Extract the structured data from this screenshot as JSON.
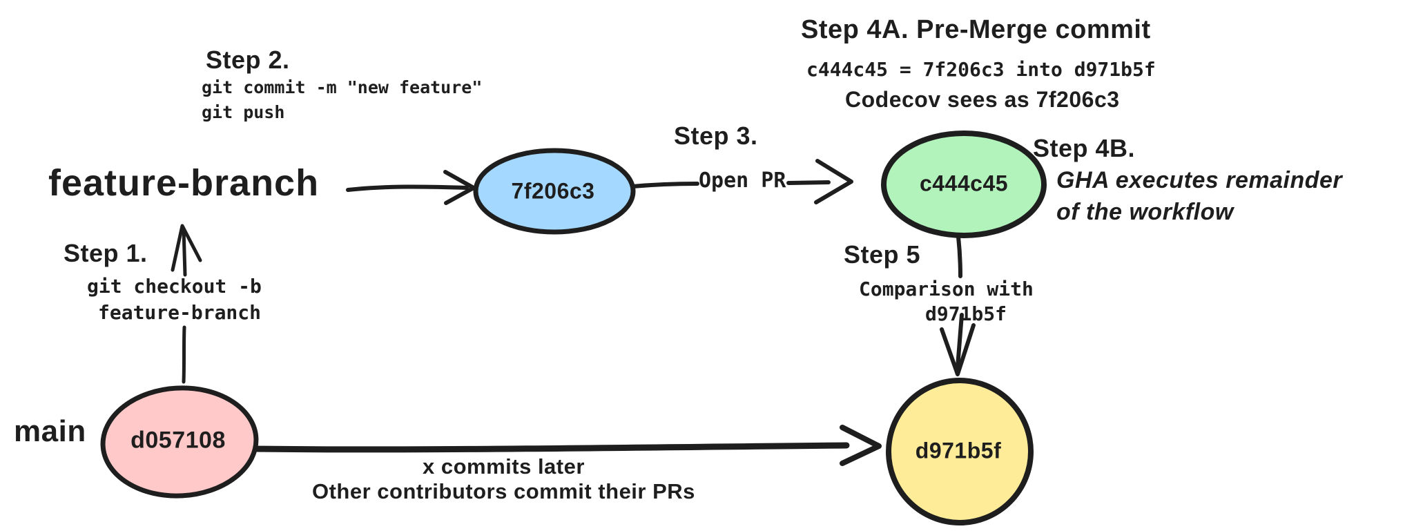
{
  "palette": {
    "stroke": "#1e1e1e",
    "blue_fill": "#a5d8ff",
    "green_fill": "#b2f2bb",
    "pink_fill": "#ffc9c9",
    "yellow_fill": "#ffec99",
    "background": "#ffffff"
  },
  "branches": {
    "feature_branch_label": "feature-branch",
    "main_label": "main"
  },
  "nodes": {
    "feature_commit": {
      "id": "7f206c3",
      "color": "#a5d8ff"
    },
    "premerge_commit": {
      "id": "c444c45",
      "color": "#b2f2bb"
    },
    "main_commit": {
      "id": "d057108",
      "color": "#ffc9c9"
    },
    "main_head_commit": {
      "id": "d971b5f",
      "color": "#ffec99"
    }
  },
  "steps": {
    "step1": {
      "title": "Step 1.",
      "lines": [
        "git checkout -b",
        "feature-branch"
      ]
    },
    "step2": {
      "title": "Step 2.",
      "lines": [
        "git commit -m \"new feature\"",
        "git push"
      ]
    },
    "step3": {
      "title": "Step 3.",
      "label": "Open PR"
    },
    "step4a": {
      "title": "Step 4A. Pre-Merge commit",
      "line1": "c444c45 = 7f206c3 into d971b5f",
      "line2": "Codecov sees as 7f206c3"
    },
    "step4b": {
      "title": "Step 4B.",
      "line1": "GHA executes remainder",
      "line2": "of the workflow"
    },
    "step5": {
      "title": "Step 5",
      "line1": "Comparison with",
      "line2": "d971b5f"
    }
  },
  "annotations": {
    "commits_later_line1": "x commits later",
    "commits_later_line2": "Other contributors commit their PRs"
  }
}
